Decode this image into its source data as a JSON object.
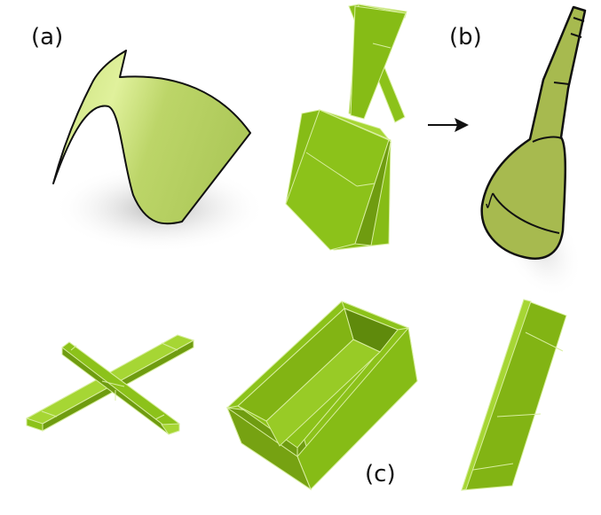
{
  "figure": {
    "labels": {
      "a": "(a)",
      "b": "(b)",
      "c": "(c)"
    },
    "panels": [
      {
        "id": "a",
        "description": "curved green surface sheet with shadow"
      },
      {
        "id": "b",
        "description": "box-with-handle primitive mapped via arrow to smooth spoon/club shape"
      },
      {
        "id": "c",
        "description": "cross of two bars, open rectangular box, tilted slab"
      }
    ],
    "colors": {
      "primitive_green": "#8cc21a",
      "primitive_dark": "#6f9c10",
      "primitive_light": "#a6d634",
      "surface_green": "#b5cf5a",
      "smooth_green": "#a7ba4f",
      "edge_line": "#d8eea0",
      "outline": "#111111"
    }
  }
}
